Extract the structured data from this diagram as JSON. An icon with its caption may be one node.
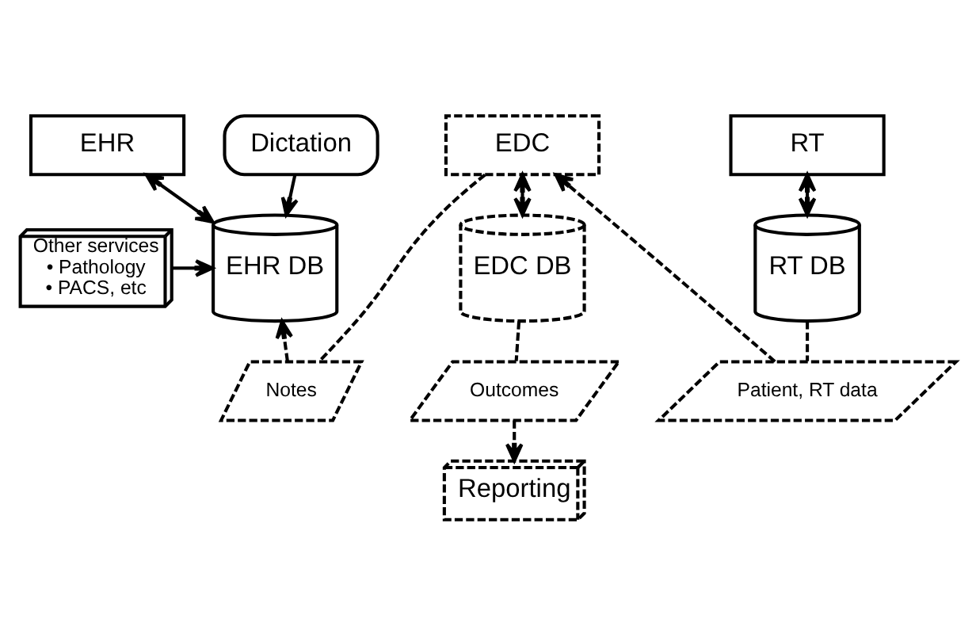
{
  "diagram": {
    "nodes": [
      {
        "text": [
          "EHR"
        ]
      },
      {
        "text": [
          "EDC"
        ]
      },
      {
        "text": [
          "RT"
        ]
      },
      {
        "text": [
          "Notes"
        ]
      },
      {
        "text": [
          "Patient, RT data"
        ]
      },
      {
        "text": [
          "Other services",
          "• Pathology",
          "• PACS, etc"
        ]
      },
      {
        "text": [
          "EHR DB"
        ]
      },
      {
        "text": [
          "EDC DB"
        ]
      },
      {
        "text": [
          "RT DB"
        ]
      },
      {
        "text": [
          "Dictation"
        ]
      },
      {
        "text": [
          "Outcomes"
        ]
      },
      {
        "text": [
          "Reporting"
        ]
      }
    ],
    "edges": [
      {
        "from": 0,
        "to": 6,
        "arrow": "both"
      },
      {
        "from": 1,
        "to": 3,
        "arrow": "none",
        "style": "dashed"
      },
      {
        "from": 3,
        "to": 6,
        "arrow": "to",
        "style": "dashed"
      },
      {
        "from": 1,
        "to": 7,
        "arrow": "both",
        "style": "dashed"
      },
      {
        "from": 8,
        "to": 4,
        "arrow": "none",
        "style": "dashed"
      },
      {
        "from": 4,
        "to": 1,
        "arrow": "to",
        "style": "dashed"
      },
      {
        "from": 2,
        "to": 8,
        "arrow": "both"
      },
      {
        "from": 5,
        "to": 6,
        "arrow": "to"
      },
      {
        "from": 9,
        "to": 6,
        "arrow": "to"
      },
      {
        "from": 7,
        "to": 10,
        "arrow": "none",
        "style": "dashed"
      },
      {
        "from": 10,
        "to": 11,
        "arrow": "to",
        "style": "dashed"
      }
    ]
  }
}
